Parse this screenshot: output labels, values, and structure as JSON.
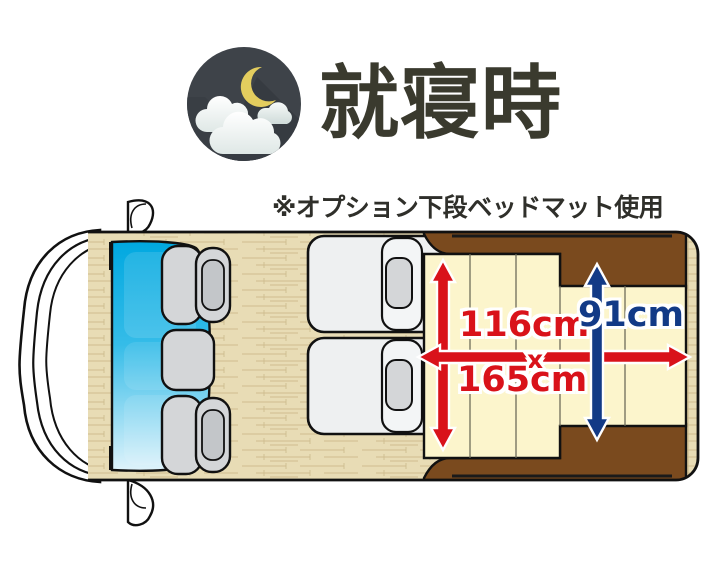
{
  "header": {
    "icon": "night-moon-clouds-icon",
    "title": "就寝時",
    "subtitle": "※オプション下段ベッドマット使用",
    "title_color": "#3a3a2e",
    "icon_circle_color": "#3e4349",
    "moon_color": "#e3cd5e",
    "cloud_color": "#f4f7f4"
  },
  "diagram": {
    "name": "camper-van-floorplan-top-view",
    "colors": {
      "body_outline": "#1a1a1a",
      "body_fill": "#ffffff",
      "floor_wood": "#e8dcb5",
      "floor_grain": "#cbb98a",
      "windshield_top": "#00a5dd",
      "windshield_bottom": "#d9f1fb",
      "seat_fill": "#d4d6d8",
      "seat_light": "#f0f2f3",
      "cabinet_brown": "#7a4a1e",
      "bedmat_cream": "#fcf5cc",
      "red": "#d9121a",
      "blue": "#123a86"
    },
    "parts": {
      "front_seats": "front-seats-row",
      "middle_seats": "middle-seats-row",
      "rear_bed": "rear-bed-mat-area",
      "rear_cabinets": "rear-cabinets"
    }
  },
  "dimensions": {
    "width_label": "116cm",
    "separator": "x",
    "length_label": "165cm",
    "height_label": "91cm",
    "red_arrow_color": "#d9121a",
    "blue_arrow_color": "#123a86"
  }
}
